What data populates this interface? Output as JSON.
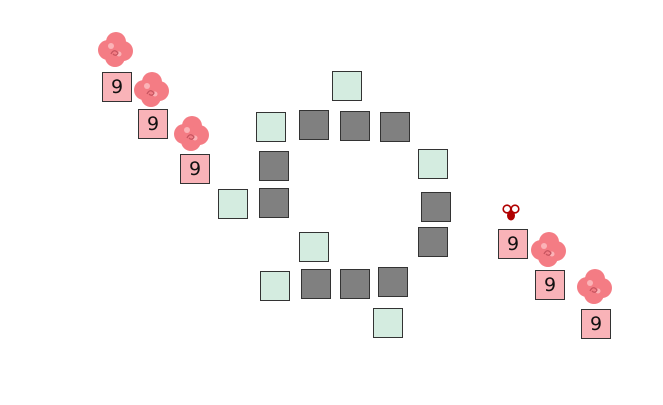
{
  "colors": {
    "background": "#ffffff",
    "wall_tile": "#808080",
    "mint_tile": "#d4ece0",
    "pink_tile": "#f9b3b8",
    "cloud": "#f47c84",
    "bug": "#b00000"
  },
  "left_chain": {
    "tiles": [
      {
        "label": "9",
        "icon": "cloud-icon"
      },
      {
        "label": "9",
        "icon": "cloud-icon"
      },
      {
        "label": "9",
        "icon": "cloud-icon"
      }
    ]
  },
  "right_chain": {
    "tiles": [
      {
        "label": "9",
        "icon": "bug-icon"
      },
      {
        "label": "9",
        "icon": "cloud-icon"
      },
      {
        "label": "9",
        "icon": "cloud-icon"
      }
    ]
  }
}
